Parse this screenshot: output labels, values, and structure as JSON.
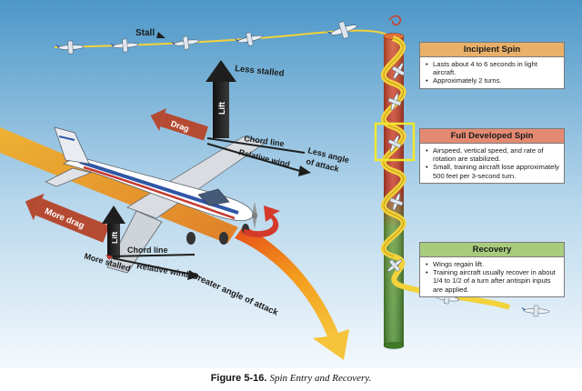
{
  "figure": {
    "number": "Figure 5-16.",
    "title": "Spin Entry and Recovery."
  },
  "labels": {
    "stall": "Stall",
    "less_stalled": "Less stalled",
    "lift": "Lift",
    "drag": "Drag",
    "chord_line": "Chord line",
    "relative_wind": "Relative wind",
    "less_angle_1": "Less angle",
    "less_angle_2": "of attack",
    "more_drag": "More drag",
    "more_stalled": "More stalled",
    "greater_angle": "Greater angle of attack"
  },
  "panels": {
    "incipient": {
      "title": "Incipient Spin",
      "header_color": "#e9b06a",
      "items": [
        "Lasts about 4 to 6 seconds in light aircraft.",
        "Approximately 2 turns."
      ]
    },
    "developed": {
      "title": "Full Developed Spin",
      "header_color": "#e58a72",
      "items": [
        "Airspeed, vertical speed, and rate of rotation are stabilized.",
        "Small, training aircraft lose approximately 500 feet per 3-second turn."
      ]
    },
    "recovery": {
      "title": "Recovery",
      "header_color": "#a9cc7c",
      "items": [
        "Wings regain lift.",
        "Training aircraft usually recover in about 1/4 to 1/2 of a turn after antispin inputs are applied."
      ]
    }
  },
  "colors": {
    "sky_top": "#4d97c8",
    "sky_bottom": "#f4f9fd",
    "column_top": "#c9412a",
    "column_mid": "#d86a2c",
    "column_bottom": "#5d9e3c",
    "spiral": "#f3d23a",
    "arrow_dark": "#1e1e1e",
    "arrow_drag": "#b54a32",
    "wind_gradient_start": "#f2b12a",
    "wind_gradient_end": "#d8682a",
    "highlight_box": "#f0e830"
  }
}
